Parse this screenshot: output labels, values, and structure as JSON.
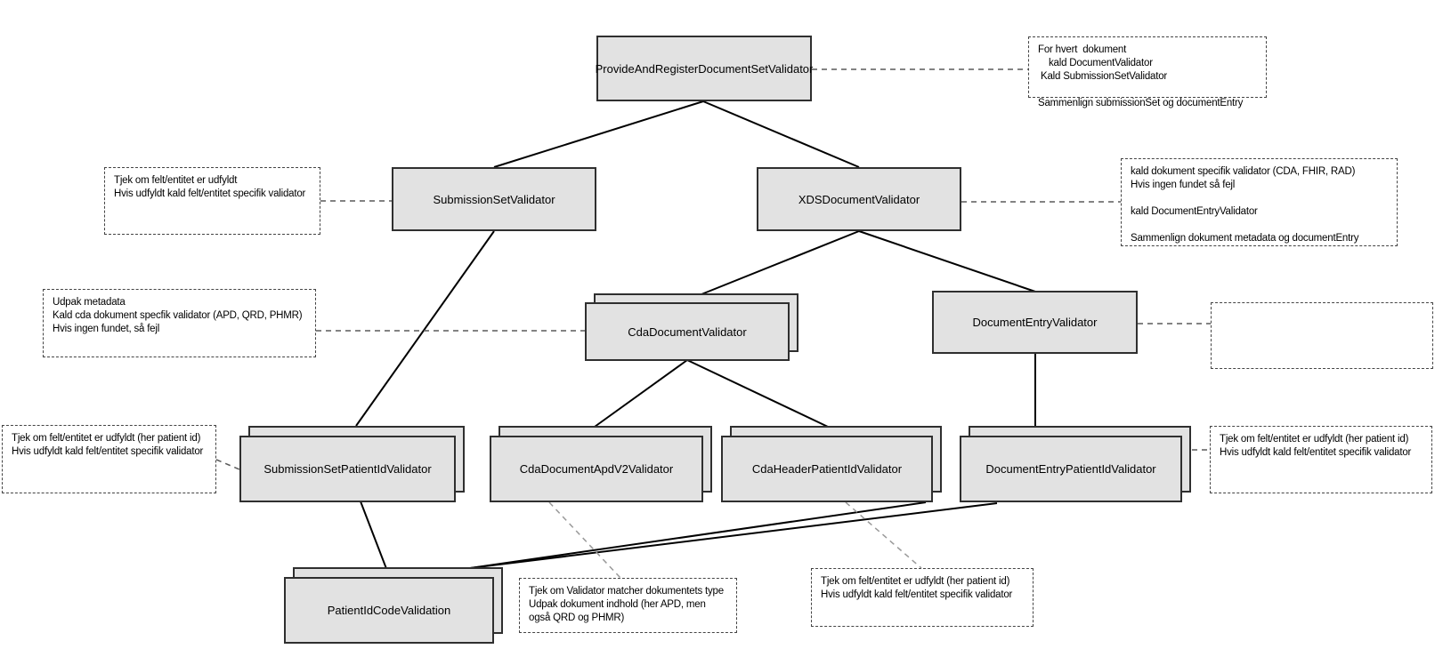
{
  "diagram": {
    "nodes": {
      "provide": {
        "label": "ProvideAndRegisterDocumentSetValidator"
      },
      "submission_set": {
        "label": "SubmissionSetValidator"
      },
      "xds_document": {
        "label": "XDSDocumentValidator"
      },
      "cda_document": {
        "label": "CdaDocumentValidator"
      },
      "document_entry": {
        "label": "DocumentEntryValidator"
      },
      "submission_set_patient_id": {
        "label": "SubmissionSetPatientIdValidator"
      },
      "cda_document_apd_v2": {
        "label": "CdaDocumentApdV2Validator"
      },
      "cda_header_patient_id": {
        "label": "CdaHeaderPatientIdValidator"
      },
      "document_entry_patient_id": {
        "label": "DocumentEntryPatientIdValidator"
      },
      "patient_id_code": {
        "label": "PatientIdCodeValidation"
      }
    },
    "notes": {
      "provide_note": {
        "lines": [
          "For hvert  dokument",
          "    kald DocumentValidator",
          " Kald SubmissionSetValidator",
          "",
          "Sammenlign submissionSet og documentEntry"
        ]
      },
      "submission_set_note": {
        "lines": [
          "Tjek om felt/entitet er udfyldt",
          "Hvis udfyldt kald felt/entitet specifik validator"
        ]
      },
      "xds_note": {
        "lines": [
          "kald dokument specifik validator (CDA, FHIR, RAD)",
          "Hvis ingen fundet så fejl",
          "",
          "kald DocumentEntryValidator",
          "",
          "Sammenlign dokument metadata og documentEntry"
        ]
      },
      "cda_document_note": {
        "lines": [
          "Udpak metadata",
          "Kald cda dokument specfik validator (APD, QRD, PHMR)",
          "Hvis ingen fundet, så fejl"
        ]
      },
      "document_entry_note": {
        "lines": []
      },
      "submission_set_patient_note": {
        "lines": [
          "Tjek om felt/entitet er udfyldt (her patient id)",
          "Hvis udfyldt kald felt/entitet specifik validator"
        ]
      },
      "document_entry_patient_note": {
        "lines": [
          "Tjek om felt/entitet er udfyldt (her patient id)",
          "Hvis udfyldt kald felt/entitet specifik validator"
        ]
      },
      "validator_match_note": {
        "lines": [
          "Tjek om Validator matcher dokumentets type",
          "Udpak dokument indhold (her APD, men",
          "også QRD og PHMR)"
        ]
      },
      "patient_id_bottom_note": {
        "lines": [
          "Tjek om felt/entitet er udfyldt (her patient id)",
          "Hvis udfyldt kald felt/entitet specifik validator"
        ]
      }
    },
    "colors": {
      "background": "#ffffff",
      "node_fill": "#e2e2e2",
      "node_border": "#2f2f2f",
      "edge": "#000000",
      "note_border": "#444444",
      "note_link": "#5a5a5a",
      "note_link_diagonal": "#999999"
    }
  }
}
